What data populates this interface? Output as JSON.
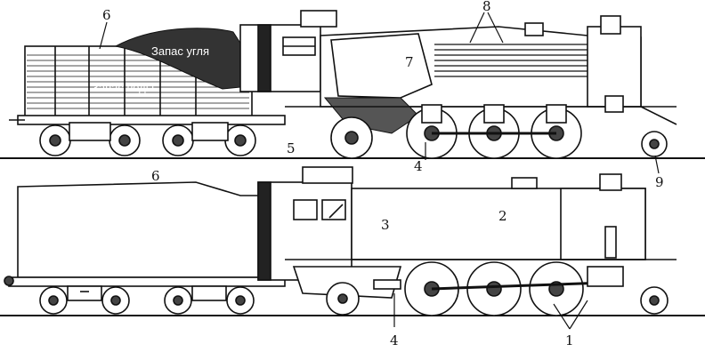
{
  "labels": {
    "coal_reserve": "Запас угля",
    "water_reserve": "Запас воды"
  },
  "numbers": {
    "n1": "1",
    "n2": "2",
    "n3": "3",
    "n4_top": "4",
    "n4_bottom": "4",
    "n5": "5",
    "n6_top": "6",
    "n6_bottom": "6",
    "n7": "7",
    "n8": "8",
    "n9": "9"
  }
}
